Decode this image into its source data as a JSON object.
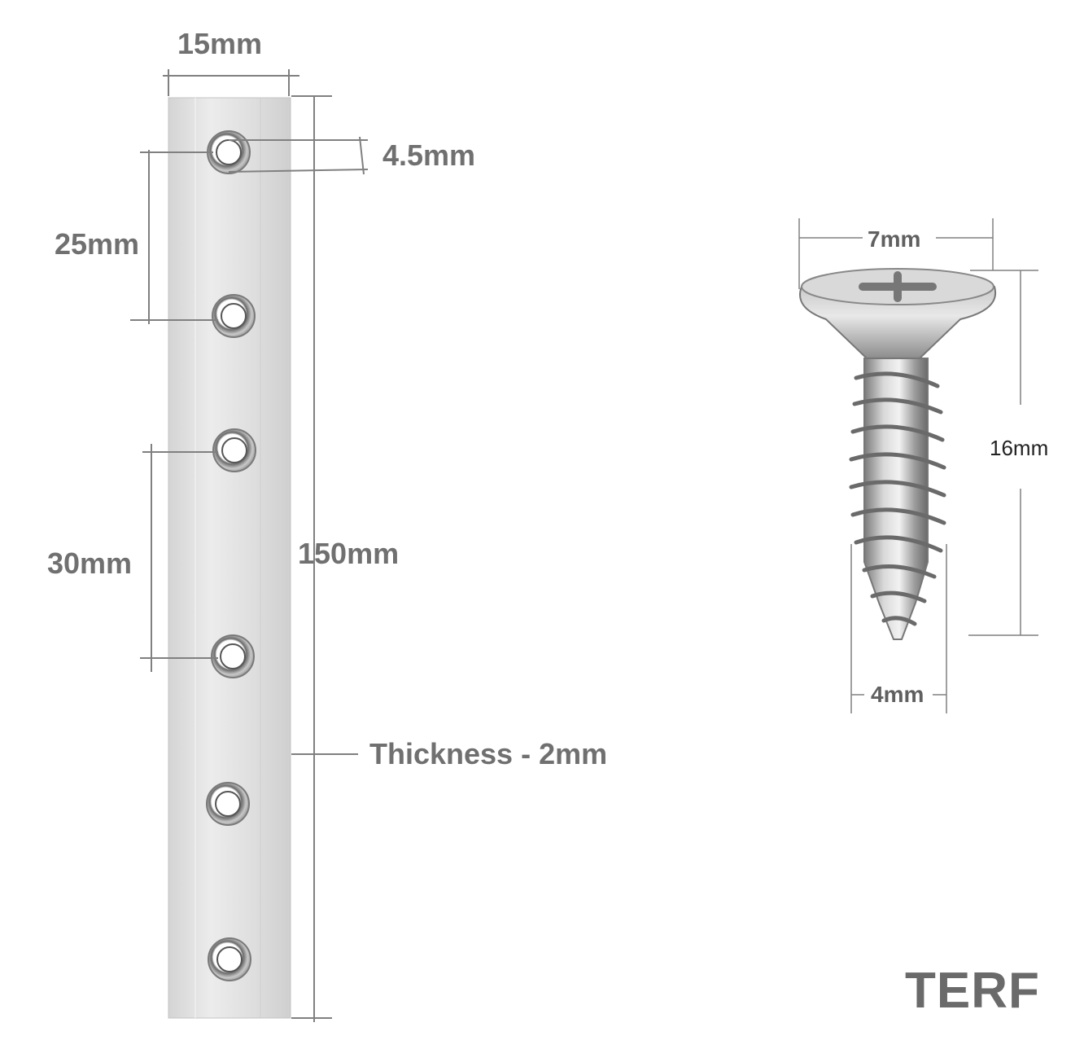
{
  "plate": {
    "width_label": "15mm",
    "hole_label": "4.5mm",
    "spacing_a_label": "25mm",
    "spacing_b_label": "30mm",
    "length_label": "150mm",
    "thickness_label": "Thickness - 2mm"
  },
  "screw": {
    "head_label": "7mm",
    "length_label": "16mm",
    "shank_label": "4mm"
  },
  "brand": "TERF",
  "colors": {
    "dimension_text": "#707070",
    "dimension_line": "#808080",
    "steel": "#e2e2e2"
  }
}
